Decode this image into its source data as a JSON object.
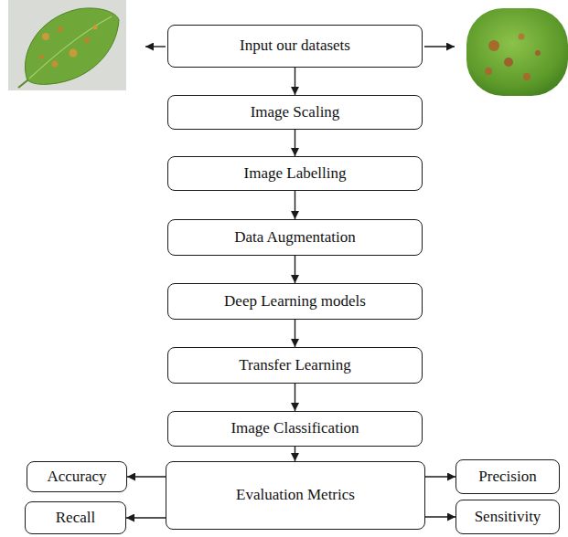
{
  "diagram": {
    "nodes": [
      {
        "text": [
          "Input our datasets"
        ]
      },
      {
        "text": [
          "Image Scaling"
        ]
      },
      {
        "text": [
          "Image Labelling"
        ]
      },
      {
        "text": [
          "Data Augmentation"
        ]
      },
      {
        "text": [
          "Deep Learning models"
        ]
      },
      {
        "text": [
          "Transfer Learning"
        ]
      },
      {
        "text": [
          "Image Classification"
        ]
      },
      {
        "text": [
          "Evaluation Metrics"
        ]
      },
      {
        "text": [
          "Accuracy"
        ]
      },
      {
        "text": [
          "Precision"
        ]
      },
      {
        "text": [
          "Recall"
        ]
      },
      {
        "text": [
          "Sensitivity"
        ]
      }
    ],
    "edges": [
      {
        "from": 0,
        "to": 1,
        "arrow": "to"
      },
      {
        "from": 1,
        "to": 2,
        "arrow": "to"
      },
      {
        "from": 2,
        "to": 3,
        "arrow": "to"
      },
      {
        "from": 3,
        "to": 4,
        "arrow": "to"
      },
      {
        "from": 4,
        "to": 5,
        "arrow": "to"
      },
      {
        "from": 5,
        "to": 6,
        "arrow": "to"
      },
      {
        "from": 6,
        "to": 7,
        "arrow": "to"
      },
      {
        "from": 7,
        "to": 8,
        "arrow": "to"
      },
      {
        "from": 7,
        "to": 9,
        "arrow": "to"
      },
      {
        "from": 7,
        "to": 10,
        "arrow": "to"
      },
      {
        "from": 7,
        "to": 11,
        "arrow": "to"
      }
    ]
  }
}
